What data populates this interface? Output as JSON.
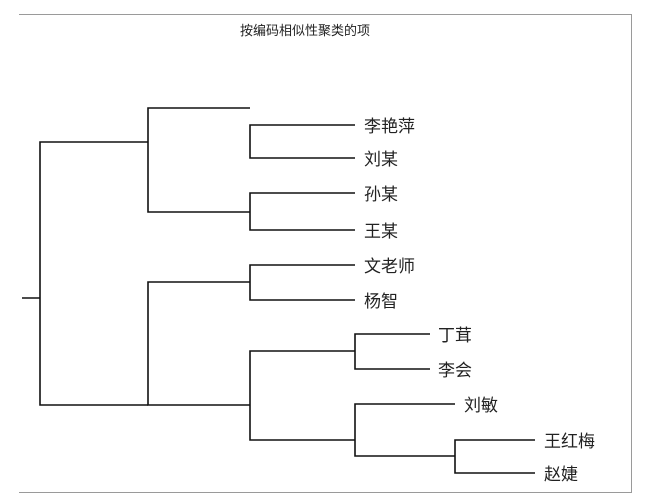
{
  "title": "按编码相似性聚类的项",
  "leaves": [
    "李艳萍",
    "刘某",
    "孙某",
    "王某",
    "文老师",
    "杨智",
    "丁茸",
    "李会",
    "刘敏",
    "王红梅",
    "赵婕"
  ],
  "tree": [
    [
      [
        "李艳萍",
        "刘某"
      ],
      [
        "孙某",
        "王某"
      ]
    ],
    [
      [
        "文老师",
        "杨智"
      ],
      [
        [
          "丁茸",
          "李会"
        ],
        [
          "刘敏",
          [
            "王红梅",
            "赵婕"
          ]
        ]
      ]
    ]
  ]
}
